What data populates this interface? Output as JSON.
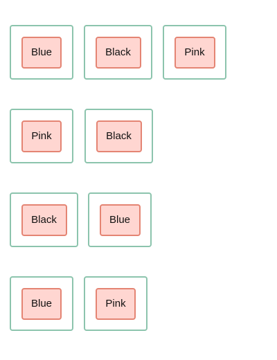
{
  "rows": [
    {
      "items": [
        {
          "label": "Blue"
        },
        {
          "label": "Black"
        },
        {
          "label": "Pink"
        }
      ]
    },
    {
      "items": [
        {
          "label": "Pink"
        },
        {
          "label": "Black"
        }
      ]
    },
    {
      "items": [
        {
          "label": "Black"
        },
        {
          "label": "Blue"
        }
      ]
    },
    {
      "items": [
        {
          "label": "Blue"
        },
        {
          "label": "Pink"
        }
      ]
    }
  ],
  "colors": {
    "card_border": "#8cc4ad",
    "chip_border": "#e48473",
    "chip_fill": "#ffd6d1",
    "text": "#111111"
  }
}
